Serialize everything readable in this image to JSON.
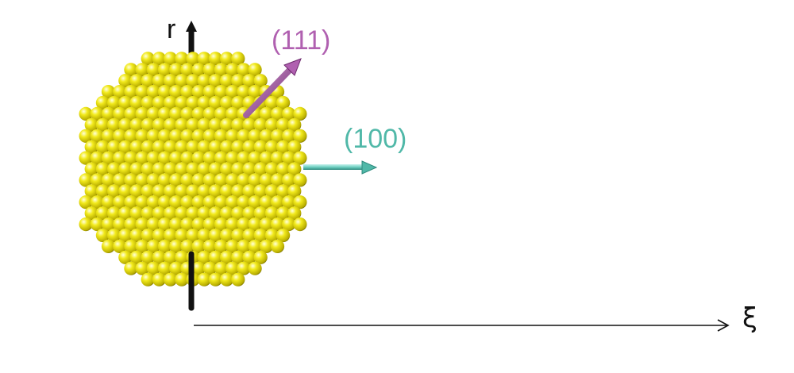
{
  "axes": {
    "r_label": "r",
    "xi_label": "ξ"
  },
  "directions": {
    "d111": {
      "label": "(111)",
      "color": "#b060b0"
    },
    "d100": {
      "label": "(100)",
      "color": "#50b8a8"
    }
  },
  "colors": {
    "sphere": "#f2ea1c",
    "axis": "#111111"
  }
}
